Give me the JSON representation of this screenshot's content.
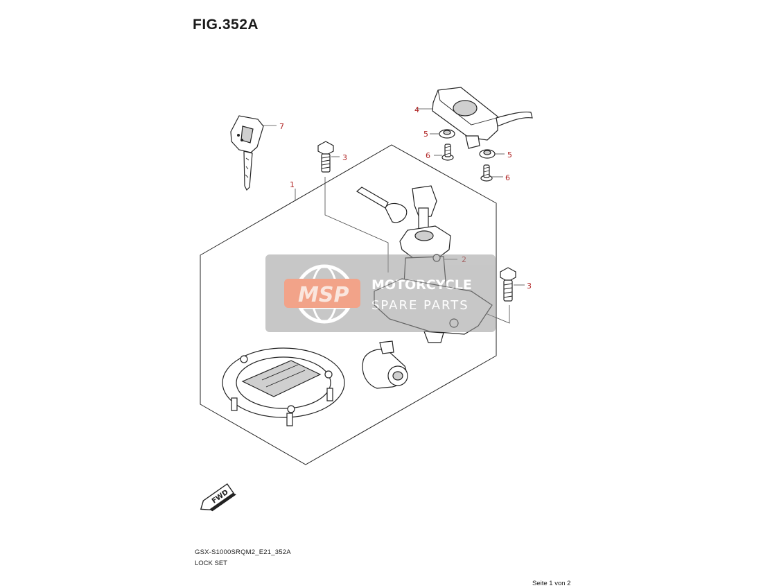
{
  "figure": {
    "title": "FIG.352A"
  },
  "callouts": [
    {
      "id": "callout-1",
      "number": "1"
    },
    {
      "id": "callout-2",
      "number": "2"
    },
    {
      "id": "callout-3a",
      "number": "3"
    },
    {
      "id": "callout-3b",
      "number": "3"
    },
    {
      "id": "callout-4",
      "number": "4"
    },
    {
      "id": "callout-5a",
      "number": "5"
    },
    {
      "id": "callout-5b",
      "number": "5"
    },
    {
      "id": "callout-6a",
      "number": "6"
    },
    {
      "id": "callout-6b",
      "number": "6"
    },
    {
      "id": "callout-7",
      "number": "7"
    }
  ],
  "fwd_label": "FWD",
  "watermark": {
    "logo_text": "MSP",
    "line1": "MOTORCYCLE",
    "line2": "SPARE PARTS",
    "color": "#e8582a"
  },
  "footer": {
    "model_code": "GSX-S1000SRQM2_E21_352A",
    "section_name": "LOCK SET",
    "page": "Seite 1 von 2"
  }
}
